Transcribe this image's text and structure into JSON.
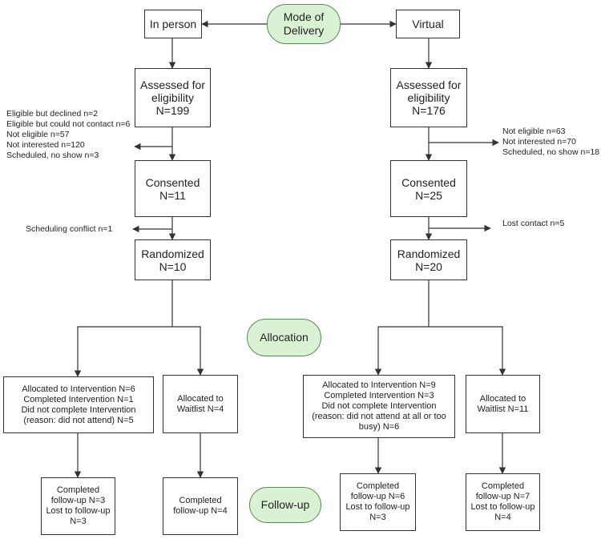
{
  "mode": "Mode of\nDelivery",
  "allocation": "Allocation",
  "followup": "Follow-up",
  "in_person": {
    "header": "In person",
    "assessed": "Assessed for\neligibility\nN=199",
    "exclusions": "Eligible but declined n=2\nEligible but could not contact n=6\nNot eligible n=57\nNot interested n=120\nScheduled, no show n=3",
    "consented": "Consented\nN=11",
    "consent_loss": "Scheduling conflict n=1",
    "randomized": "Randomized\nN=10",
    "intervention": "Allocated to Intervention N=6\nCompleted Intervention N=1\nDid not complete Intervention\n(reason: did not attend) N=5",
    "waitlist": "Allocated to\nWaitlist N=4",
    "intervention_followup": "Completed\nfollow-up N=3\nLost to follow-up\nN=3",
    "waitlist_followup": "Completed\nfollow-up N=4"
  },
  "virtual": {
    "header": "Virtual",
    "assessed": "Assessed for\neligibility\nN=176",
    "exclusions": "Not eligible n=63\nNot interested n=70\nScheduled, no show n=18",
    "consented": "Consented\nN=25",
    "consent_loss": "Lost contact n=5",
    "randomized": "Randomized\nN=20",
    "intervention": "Allocated to Intervention N=9\nCompleted Intervention N=3\nDid not complete Intervention\n(reason: did not attend at all or too\nbusy) N=6",
    "waitlist": "Allocated to\nWaitlist N=11",
    "intervention_followup": "Completed\nfollow-up N=6\nLost to follow-up\nN=3",
    "waitlist_followup": "Completed\nfollow-up N=7\nLost to follow-up\nN=4"
  },
  "colors": {
    "pill_fill": "#d9f2d4",
    "pill_border": "#5a8a5a",
    "line": "#333333"
  }
}
